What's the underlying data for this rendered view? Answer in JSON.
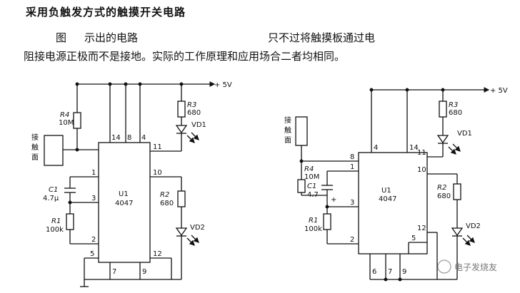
{
  "heading": "采用负触发方式的触摸开关电路",
  "paragraph": {
    "line1_a": "图",
    "line1_b": "示出的电路",
    "line1_c": "只不过将触摸板通过电",
    "line2": "阻接电源正极而不是接地。实际的工作原理和应用场合二者均相同。"
  },
  "left_circuit": {
    "supply": "+ 5V",
    "ic_ref": "U1",
    "ic_part": "4047",
    "touch_pad": [
      "接",
      "触",
      "面"
    ],
    "R4_ref": "R4",
    "R4_val": "10M",
    "R3_ref": "R3",
    "R3_val": "680",
    "R2_ref": "R2",
    "R2_val": "680",
    "R1_ref": "R1",
    "R1_val": "100k",
    "C1_ref": "C1",
    "C1_val": "4.7μ",
    "VD1": "VD1",
    "VD2": "VD2",
    "pins": {
      "p14": "14",
      "p8": "8",
      "p4": "4",
      "p11": "11",
      "p1": "1",
      "p3": "3",
      "p2": "2",
      "p5": "5",
      "p10": "10",
      "p12": "12",
      "p7": "7",
      "p9": "9"
    }
  },
  "right_circuit": {
    "supply": "+ 5V",
    "ic_ref": "U1",
    "ic_part": "4047",
    "touch_pad": [
      "接",
      "触",
      "面"
    ],
    "R4_ref": "R4",
    "R4_val": "10M",
    "R3_ref": "R3",
    "R3_val": "680",
    "R2_ref": "R2",
    "R2_val": "680",
    "R1_ref": "R1",
    "R1_val": "100k",
    "C1_ref": "C1",
    "C1_val": "4.7",
    "C1_plus": "+",
    "VD1": "VD1",
    "VD2": "VD2",
    "pins": {
      "p8": "8",
      "p4": "4",
      "p14": "14",
      "p11": "11",
      "p1": "1",
      "p3": "3",
      "p2": "2",
      "p10": "10",
      "p12": "12",
      "p5": "5",
      "p6": "6",
      "p7": "7",
      "p9": "9"
    }
  },
  "watermark": "电子发烧友"
}
